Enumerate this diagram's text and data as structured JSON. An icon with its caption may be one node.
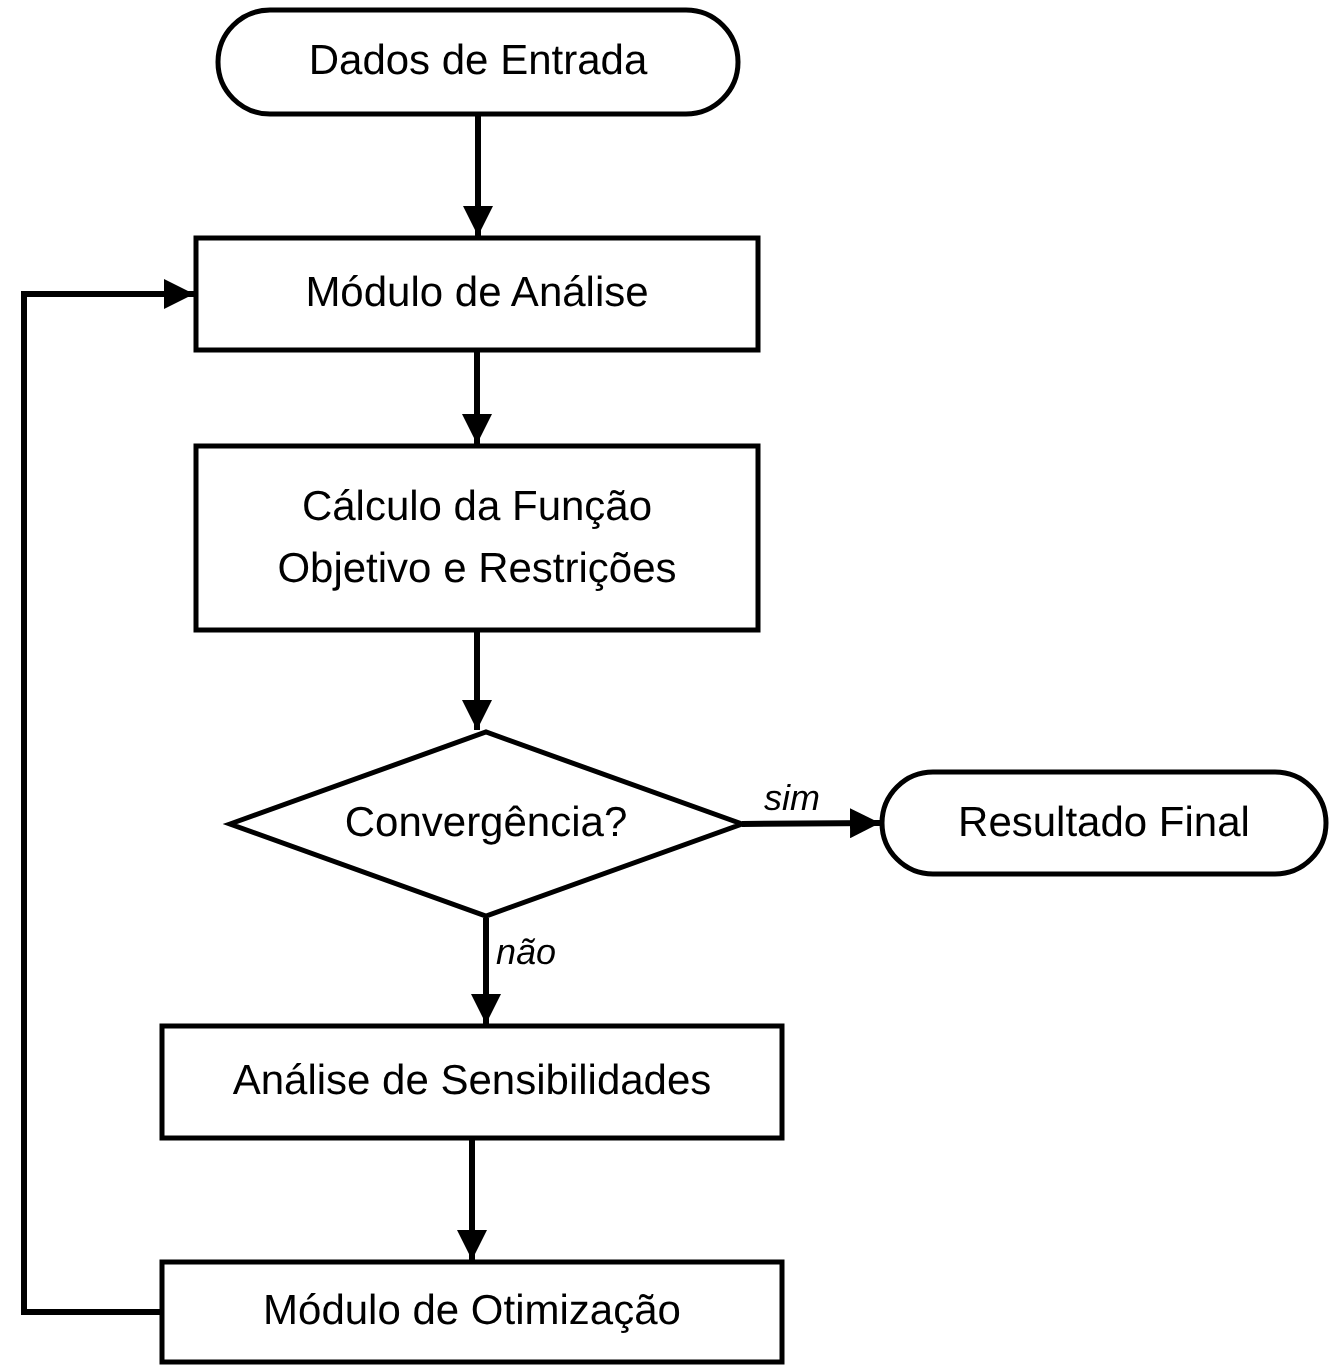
{
  "diagram": {
    "nodes": [
      {
        "text": [
          "Dados de Entrada"
        ]
      },
      {
        "text": [
          "Módulo de Análise"
        ]
      },
      {
        "text": [
          "Cálculo da Função Objetivo e Restrições"
        ]
      },
      {
        "text": [
          "Convergência?"
        ]
      },
      {
        "text": [
          "Resultado Final"
        ]
      },
      {
        "text": [
          "Análise de Sensibilidades"
        ]
      },
      {
        "text": [
          "Módulo de Otimização"
        ]
      }
    ],
    "edges": [
      {
        "from": 0,
        "to": 1,
        "arrow": "to"
      },
      {
        "from": 1,
        "to": 2,
        "arrow": "to"
      },
      {
        "from": 2,
        "to": 3,
        "arrow": "to"
      },
      {
        "from": 3,
        "to": 4,
        "arrow": "to",
        "label": "sim"
      },
      {
        "from": 3,
        "to": 5,
        "arrow": "to",
        "label": "não"
      },
      {
        "from": 5,
        "to": 6,
        "arrow": "to"
      },
      {
        "from": 6,
        "to": 1,
        "arrow": "to"
      }
    ]
  }
}
